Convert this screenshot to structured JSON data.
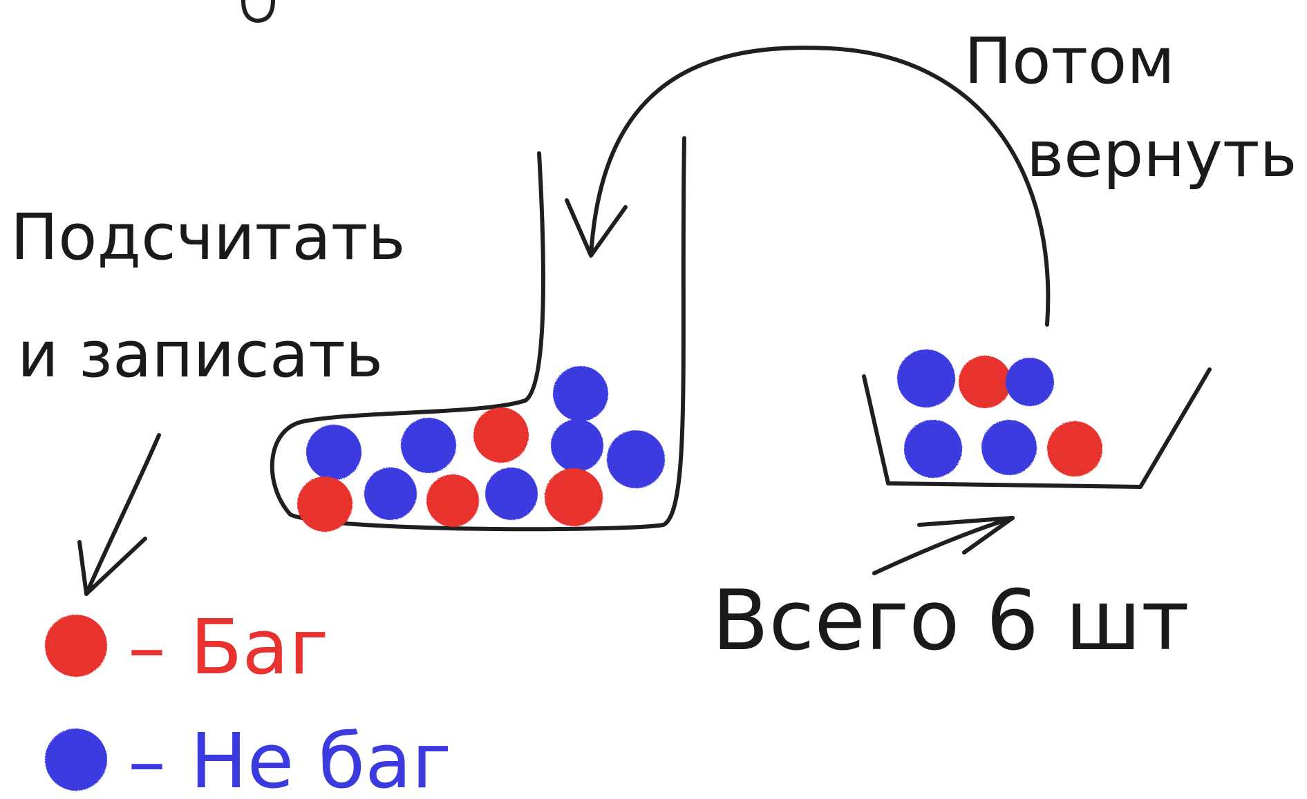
{
  "labels": {
    "return_later_line1": "Потом",
    "return_later_line2": "вернуть",
    "count_and_record_line1": "Подсчитать",
    "count_and_record_line2": "и записать",
    "total": "Всего 6 шт"
  },
  "legend": [
    {
      "text": "– Баг",
      "color": "#e8322f"
    },
    {
      "text": "– Не баг",
      "color": "#3a3adf"
    }
  ],
  "colors": {
    "bug": "#e8322f",
    "not_bug": "#3a3adf",
    "ink": "#1f1f1f"
  },
  "sock_balls": [
    "not_bug",
    "not_bug",
    "bug",
    "not_bug",
    "not_bug",
    "bug",
    "not_bug",
    "bug",
    "not_bug",
    "bug",
    "not_bug"
  ],
  "bowl_balls": [
    "not_bug",
    "bug",
    "not_bug",
    "not_bug",
    "not_bug",
    "bug"
  ]
}
